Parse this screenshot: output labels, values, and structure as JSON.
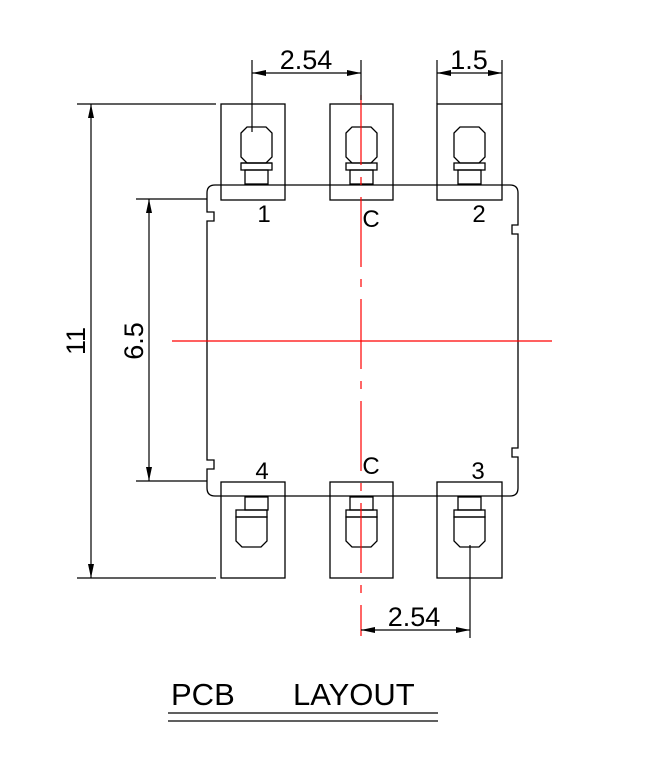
{
  "dimensions": {
    "pitch_top": "2.54",
    "pad_width": "1.5",
    "pitch_bottom": "2.54",
    "total_height": "11",
    "body_height": "6.5"
  },
  "pins": {
    "pin1": "1",
    "pin2": "2",
    "pin3": "3",
    "pin4": "4",
    "common_top": "C",
    "common_bottom": "C"
  },
  "title": {
    "word1": "PCB",
    "word2": "LAYOUT"
  },
  "colors": {
    "outline": "#000000",
    "centerline": "#ff0000",
    "background": "#ffffff"
  }
}
